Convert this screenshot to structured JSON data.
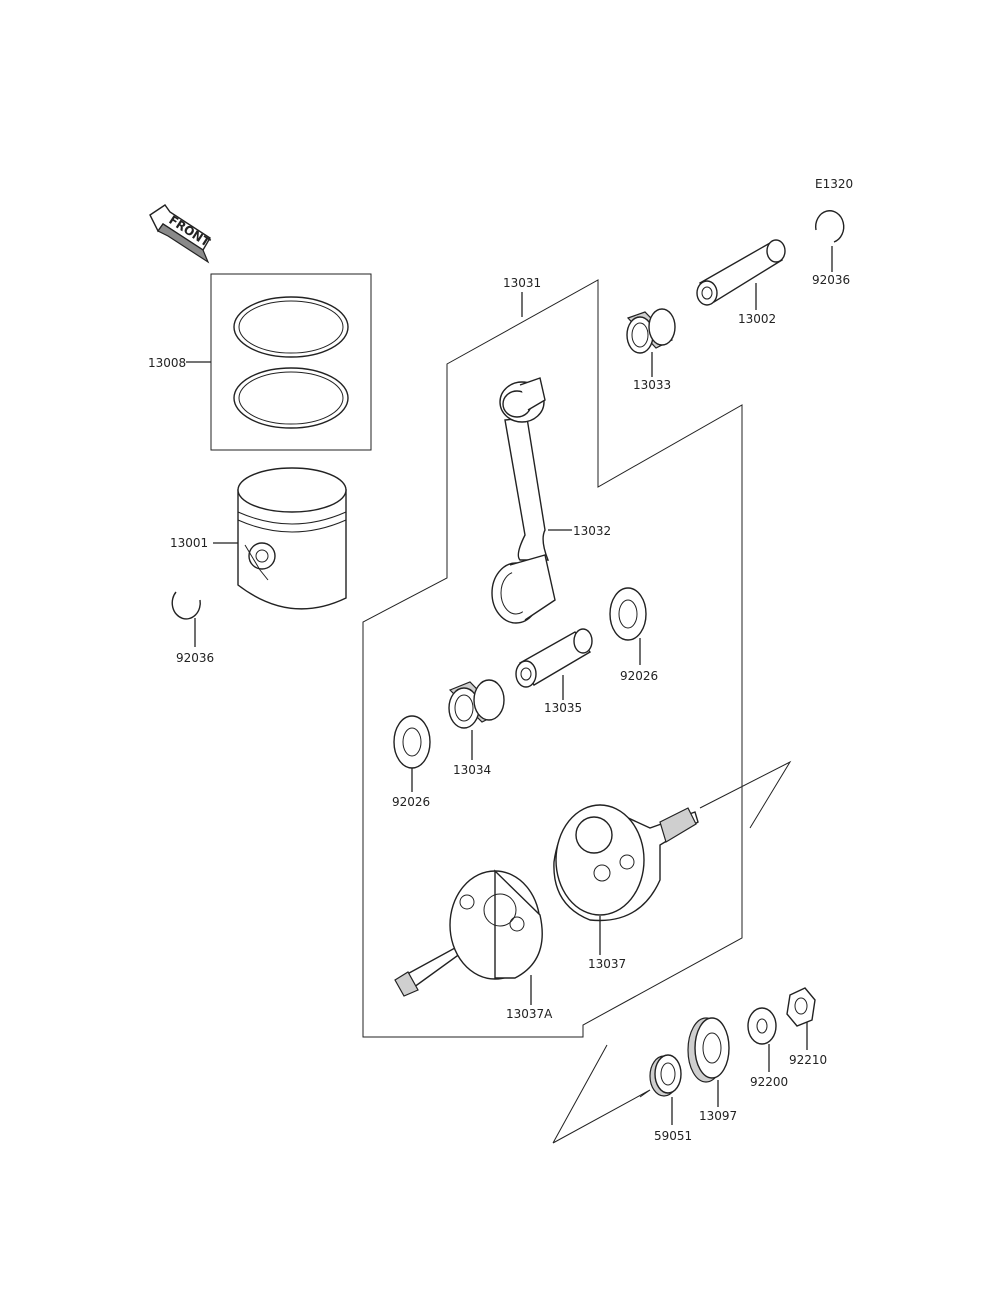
{
  "diagram": {
    "code": "E1320",
    "front_label": "FRONT",
    "labels": {
      "p13008": "13008",
      "p13001": "13001",
      "p92036_left": "92036",
      "p92036_right": "92036",
      "p13031": "13031",
      "p13032": "13032",
      "p13033": "13033",
      "p13002": "13002",
      "p92026_right": "92026",
      "p92026_left": "92026",
      "p13035": "13035",
      "p13034": "13034",
      "p13037": "13037",
      "p13037A": "13037A",
      "p59051": "59051",
      "p13097": "13097",
      "p92200": "92200",
      "p92210": "92210"
    }
  }
}
